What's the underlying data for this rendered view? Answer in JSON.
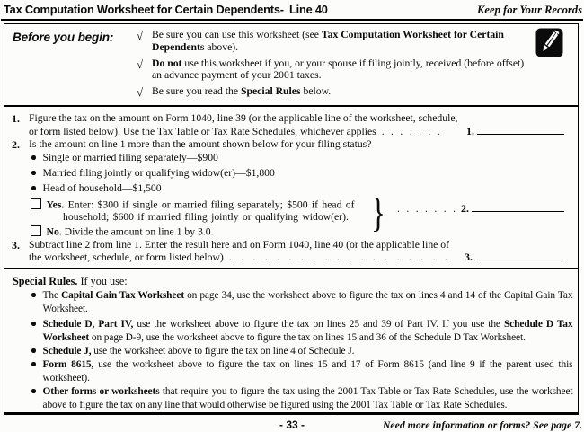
{
  "header": {
    "title": "Tax Computation Worksheet for Certain Dependents- Line 40",
    "keep": "Keep for Your Records"
  },
  "icons": {
    "check": "√",
    "pencil": "pencil-icon",
    "bullet": "filled-dot",
    "checkbox": "empty-square"
  },
  "before_you_begin": {
    "label": "Before you begin:",
    "items": [
      {
        "segments": [
          {
            "text": "Be sure you can use this worksheet (see "
          },
          {
            "text": "Tax Computation Worksheet for Certain Dependents",
            "bold": true
          },
          {
            "text": " above)."
          }
        ]
      },
      {
        "segments": [
          {
            "text": "Do not",
            "bold": true
          },
          {
            "text": " use this worksheet if you, or your spouse if filing jointly, received (before offset) an advance payment of your 2001 taxes."
          }
        ]
      },
      {
        "segments": [
          {
            "text": "Be sure you read the "
          },
          {
            "text": "Special Rules",
            "bold": true
          },
          {
            "text": " below."
          }
        ]
      }
    ]
  },
  "step1": {
    "number": "1.",
    "line1": "Figure the tax on the amount on Form 1040, line 39 (or the applicable line of the worksheet, schedule,",
    "line2": "or form listed below). Use the Tax Table or Tax Rate Schedules, whichever applies",
    "dots": ". . . . . . .",
    "entry_label": "1."
  },
  "step2": {
    "number": "2.",
    "question": "Is the amount on line 1 more than the amount shown below for your filing status?",
    "bullets": [
      "Single or married filing separately—$900",
      "Married filing jointly or qualifying widow(er)—$1,800",
      "Head of household—$1,500"
    ],
    "yes": {
      "label": "Yes.",
      "line1": "Enter: $300 if single or married filing separately; $500 if head of",
      "line2": "household; $600 if married filing jointly or qualifying widow(er).",
      "brace": "}",
      "dots": ". . . . . . . .",
      "entry_label": "2."
    },
    "no": {
      "label": "No.",
      "text": "Divide the amount on line 1 by 3.0."
    }
  },
  "step3": {
    "number": "3.",
    "line1": "Subtract line 2 from line 1. Enter the result here and on Form 1040, line 40 (or the applicable line of",
    "line2": "the worksheet, schedule, or form listed below)",
    "dots": ". . . . . . . . . . . . . . . . . . .",
    "entry_label": "3."
  },
  "special_rules": {
    "heading_bold": "Special Rules.",
    "heading_rest": " If you use:",
    "bullets": [
      {
        "segments": [
          {
            "text": "The "
          },
          {
            "text": "Capital Gain Tax Worksheet",
            "bold": true
          },
          {
            "text": " on page 34, use the worksheet above to figure the tax on lines 4 and 14 of the Capital Gain Tax Worksheet."
          }
        ]
      },
      {
        "segments": [
          {
            "text": "Schedule D, Part IV,",
            "bold": true
          },
          {
            "text": " use the worksheet above to figure the tax on lines 25 and 39 of Part IV. If you use the "
          },
          {
            "text": "Schedule D Tax Worksheet",
            "bold": true
          },
          {
            "text": " on page D-9, use the worksheet above to figure the tax on lines 15 and 36 of the Schedule D Tax Worksheet."
          }
        ]
      },
      {
        "segments": [
          {
            "text": "Schedule J,",
            "bold": true
          },
          {
            "text": " use the worksheet above to figure the tax on line 4 of Schedule J."
          }
        ]
      },
      {
        "segments": [
          {
            "text": "Form 8615,",
            "bold": true
          },
          {
            "text": " use the worksheet above to figure the tax on lines 15 and 17 of Form 8615 (and line 9 if the parent used this worksheet)."
          }
        ]
      },
      {
        "segments": [
          {
            "text": "Other forms or worksheets",
            "bold": true
          },
          {
            "text": " that require you to figure the tax using the 2001 Tax Table or Tax Rate Schedules, use the worksheet above to figure the tax on any line that would otherwise be figured using the 2001 Tax Table or Tax Rate Schedules."
          }
        ]
      }
    ]
  },
  "footer": {
    "page_number": "- 33 -",
    "more_info": "Need more information or forms? See page 7."
  }
}
